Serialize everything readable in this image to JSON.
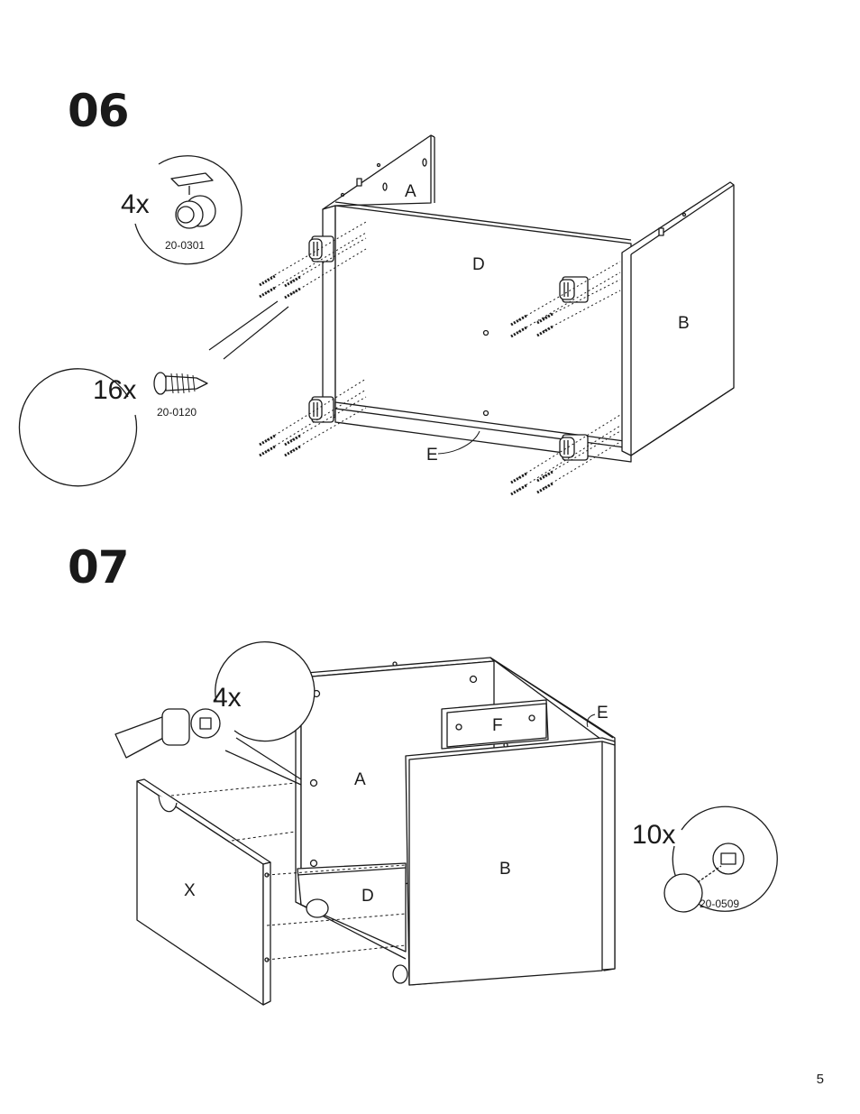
{
  "page": {
    "number": "5"
  },
  "steps": [
    {
      "number": "06",
      "parts": {
        "a": "A",
        "b": "B",
        "d": "D",
        "e": "E"
      },
      "callouts": [
        {
          "quantity": "4x",
          "code": "20-0301",
          "icon": "caster-wheel-icon"
        },
        {
          "quantity": "16x",
          "code": "20-0120",
          "icon": "screw-icon"
        }
      ]
    },
    {
      "number": "07",
      "parts": {
        "a": "A",
        "b": "B",
        "d": "D",
        "e": "E",
        "f": "F",
        "x": "X"
      },
      "callouts": [
        {
          "quantity": "4x",
          "icon": "screwdriver-cam-lock-icon"
        },
        {
          "quantity": "10x",
          "code": "20-0509",
          "icon": "cover-cap-icon"
        }
      ]
    }
  ]
}
